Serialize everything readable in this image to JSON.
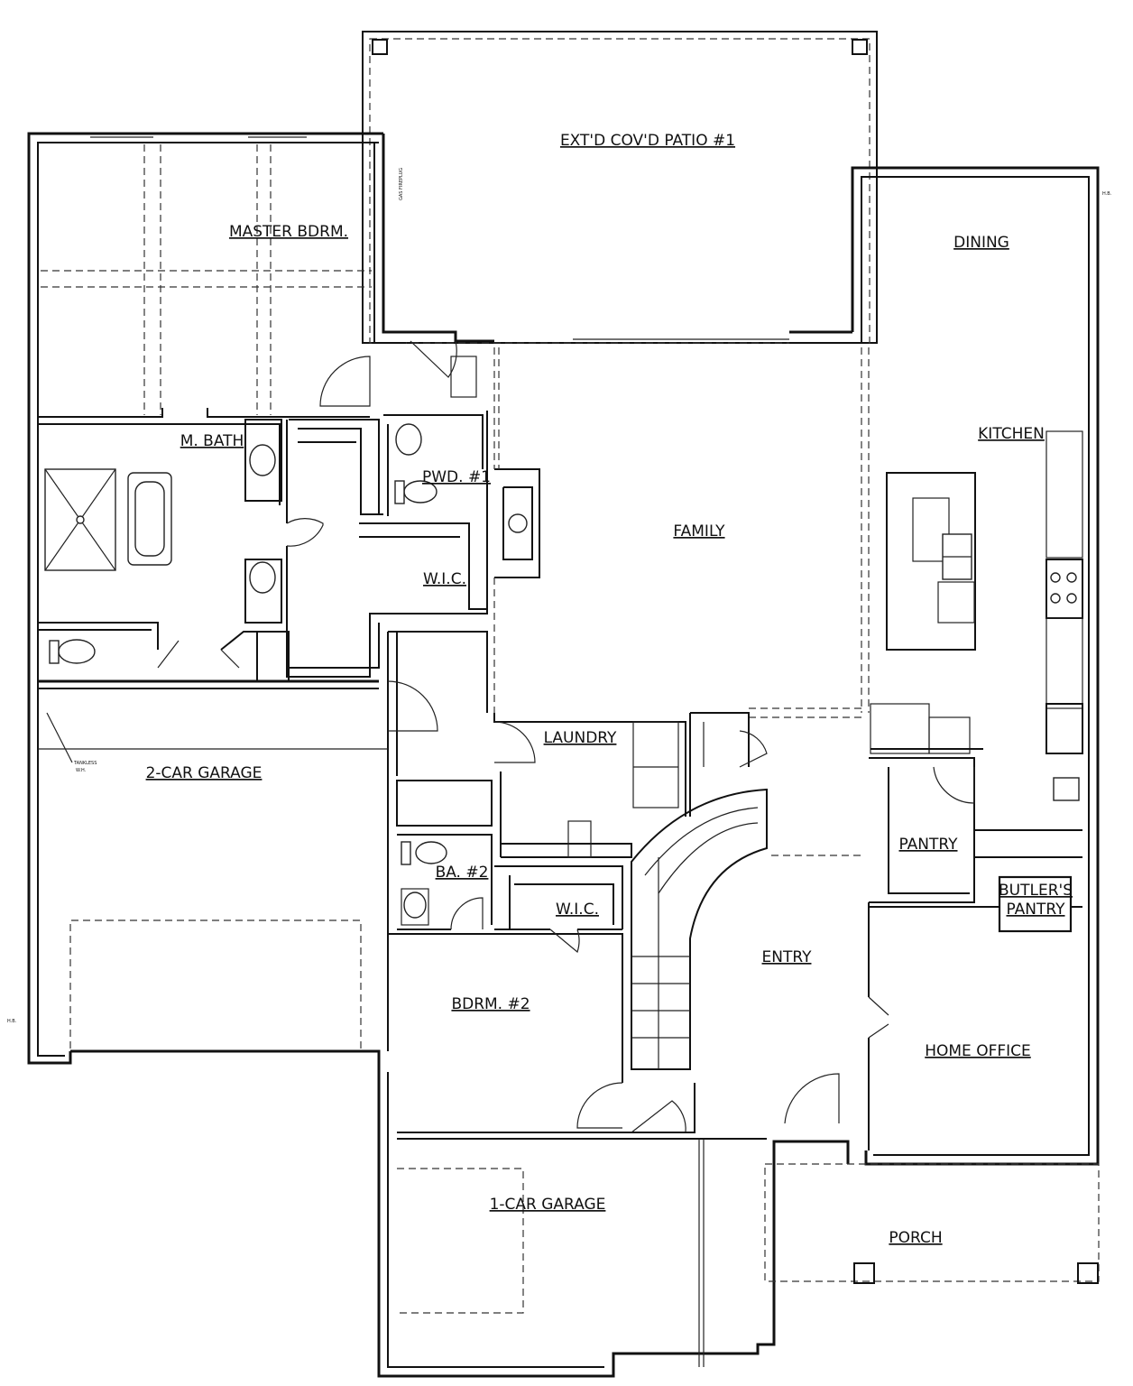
{
  "rooms": {
    "patio": "EXT'D COV'D PATIO #1",
    "master_bedroom": "MASTER BDRM.",
    "dining": "DINING",
    "master_bath": "M. BATH",
    "kitchen": "KITCHEN",
    "powder": "PWD. #1",
    "family": "FAMILY",
    "wic_master": "W.I.C.",
    "laundry": "LAUNDRY",
    "garage_2car": "2-CAR GARAGE",
    "pantry": "PANTRY",
    "butlers_pantry_line1": "BUTLER'S",
    "butlers_pantry_line2": "PANTRY",
    "bath_2": "BA. #2",
    "wic_2": "W.I.C.",
    "entry": "ENTRY",
    "bedroom_2": "BDRM. #2",
    "home_office": "HOME OFFICE",
    "garage_1car": "1-CAR GARAGE",
    "porch": "PORCH"
  },
  "notes": {
    "gas_fireplace": "GAS FIREPLUG",
    "tankless": "TANKLESS",
    "tankless_2": "W.H.",
    "hose_bib_left": "H.B.",
    "hose_bib_right": "H.B."
  }
}
